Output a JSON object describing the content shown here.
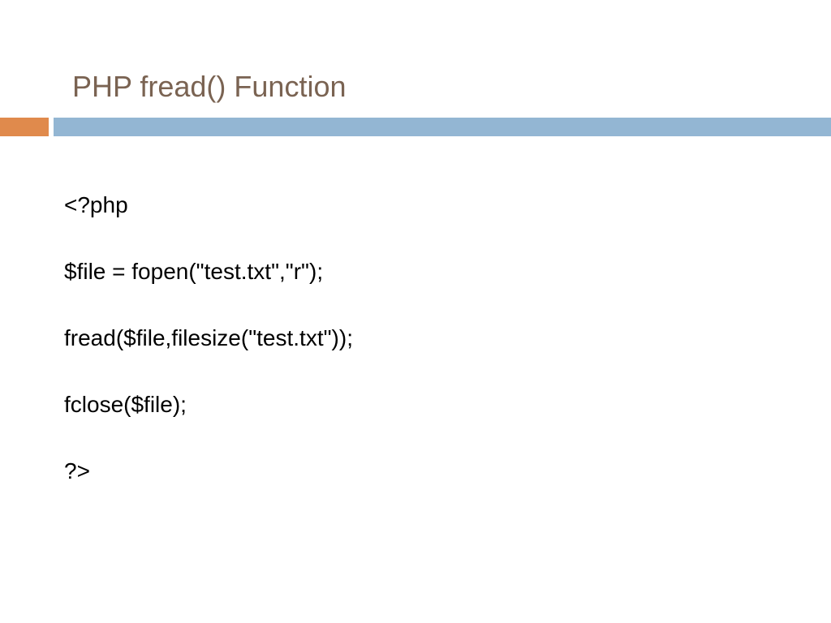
{
  "slide": {
    "title": "PHP fread() Function",
    "code_lines": [
      "<?php",
      "$file = fopen(\"test.txt\",\"r\");",
      "fread($file,filesize(\"test.txt\"));",
      "fclose($file);",
      "?>"
    ]
  },
  "colors": {
    "title": "#7a6352",
    "accent_bar": "#e08a4c",
    "main_bar": "#93b6d3"
  }
}
